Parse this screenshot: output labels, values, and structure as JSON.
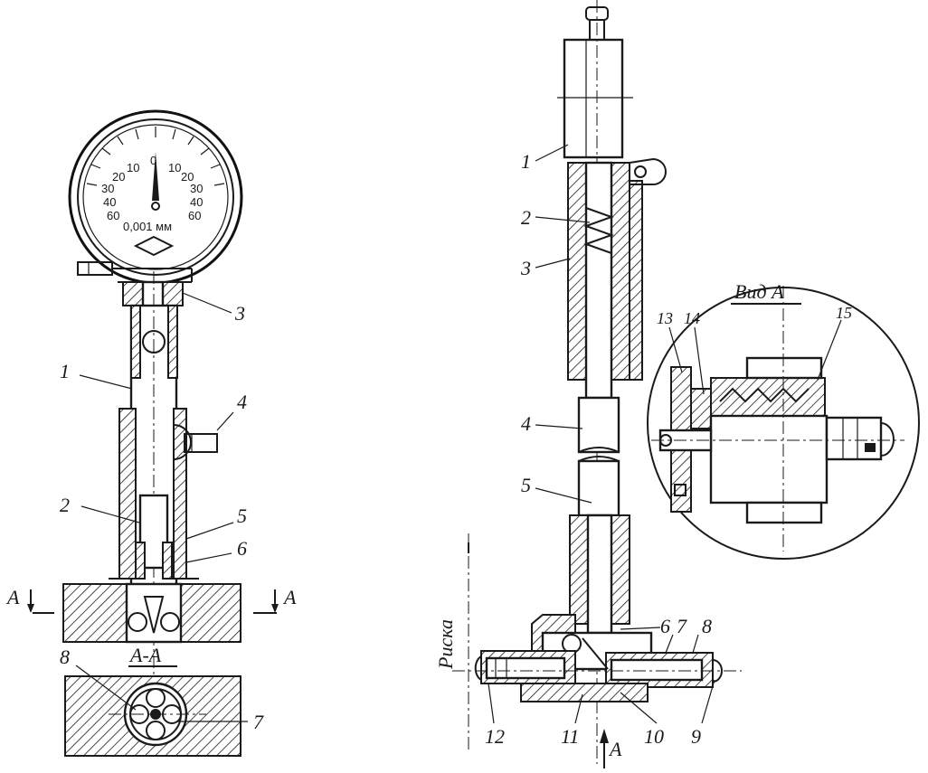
{
  "gauge_dial": {
    "left_scale": [
      "10",
      "20",
      "30",
      "40",
      "60"
    ],
    "zero": "0",
    "right_scale": [
      "10",
      "20",
      "30",
      "40",
      "60"
    ],
    "unit": "0,001 мм"
  },
  "left_figure": {
    "callouts": [
      "1",
      "2",
      "3",
      "4",
      "5",
      "6"
    ],
    "section_marks": [
      "A",
      "A"
    ],
    "section_title": "А-А",
    "section_callouts": [
      "8",
      "7"
    ]
  },
  "right_figure": {
    "callouts": [
      "1",
      "2",
      "3",
      "4",
      "5",
      "6",
      "7",
      "8",
      "9",
      "10",
      "11",
      "12"
    ],
    "view_arrow_label": "А",
    "reference_mark": "Риска",
    "view_title": "Вид А",
    "view_callouts": [
      "13",
      "14",
      "15"
    ]
  }
}
